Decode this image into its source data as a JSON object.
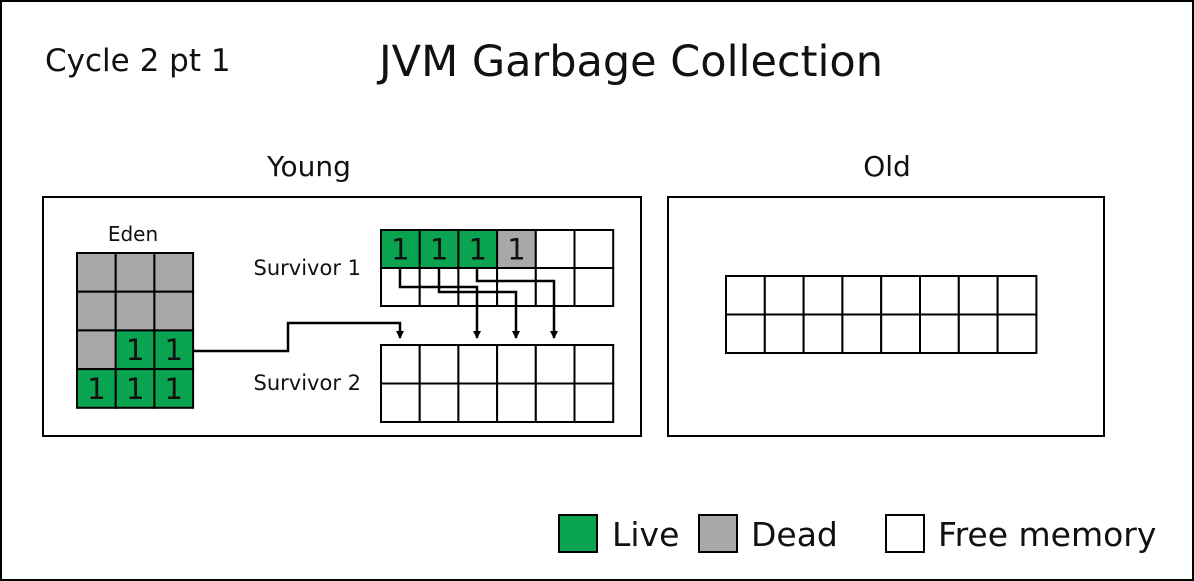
{
  "title": "JVM Garbage Collection",
  "cycle_label": "Cycle 2 pt 1",
  "young": {
    "label": "Young",
    "eden": {
      "label": "Eden",
      "cells": [
        [
          "dead",
          "dead",
          "dead"
        ],
        [
          "dead",
          "dead",
          "dead"
        ],
        [
          "dead",
          "live",
          "live"
        ],
        [
          "live",
          "live",
          "live"
        ]
      ],
      "values": [
        [
          "",
          "",
          ""
        ],
        [
          "",
          "",
          ""
        ],
        [
          "",
          "1",
          "1"
        ],
        [
          "1",
          "1",
          "1"
        ]
      ]
    },
    "survivor1": {
      "label": "Survivor 1",
      "cells": [
        [
          "live",
          "live",
          "live",
          "dead",
          "free",
          "free"
        ],
        [
          "free",
          "free",
          "free",
          "free",
          "free",
          "free"
        ]
      ],
      "values": [
        [
          "1",
          "1",
          "1",
          "1",
          "",
          ""
        ],
        [
          "",
          "",
          "",
          "",
          "",
          ""
        ]
      ]
    },
    "survivor2": {
      "label": "Survivor 2",
      "cells": [
        [
          "free",
          "free",
          "free",
          "free",
          "free",
          "free"
        ],
        [
          "free",
          "free",
          "free",
          "free",
          "free",
          "free"
        ]
      ]
    }
  },
  "old": {
    "label": "Old",
    "cells": [
      [
        "free",
        "free",
        "free",
        "free",
        "free",
        "free",
        "free",
        "free"
      ],
      [
        "free",
        "free",
        "free",
        "free",
        "free",
        "free",
        "free",
        "free"
      ]
    ]
  },
  "legend": {
    "live": "Live",
    "dead": "Dead",
    "free": "Free memory"
  },
  "colors": {
    "live": "#0aa34f",
    "dead": "#a9a8a8",
    "free": "#ffffff",
    "stroke": "#000000"
  }
}
